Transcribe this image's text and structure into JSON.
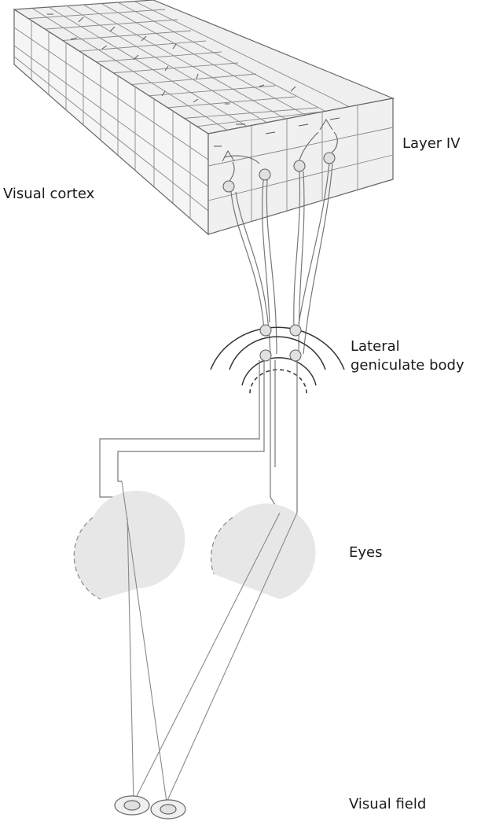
{
  "labels": {
    "layer_iv": "Layer IV",
    "visual_cortex": "Visual cortex",
    "lgn_line1": "Lateral",
    "lgn_line2": "geniculate body",
    "eyes": "Eyes",
    "visual_field": "Visual field"
  },
  "colors": {
    "stroke": "#666666",
    "line": "#777777",
    "eye_fill": "#e7e7e7",
    "box_top": "#efefef",
    "box_front": "#f4f4f4",
    "box_side": "#e9e9e9"
  }
}
